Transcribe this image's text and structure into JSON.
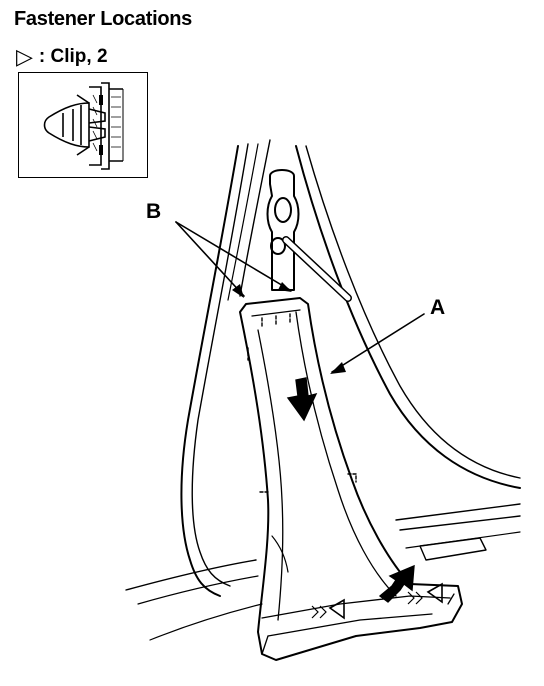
{
  "diagram": {
    "title": "Fastener Locations",
    "legend": {
      "symbol": "▷",
      "text": ": Clip, 2",
      "symbol_icon": "triangle-right-outline-icon"
    },
    "callouts": {
      "a": "A",
      "b": "B"
    },
    "colors": {
      "ink": "#000000",
      "paper": "#ffffff"
    }
  }
}
